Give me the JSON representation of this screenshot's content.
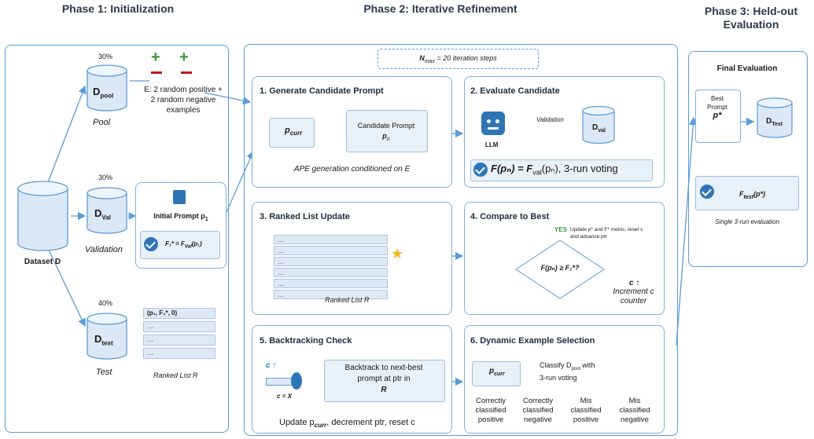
{
  "phases": {
    "p1": "Phase 1: Initialization",
    "p2": "Phase 2: Iterative Refinement",
    "p3_line1": "Phase 3: Held-out",
    "p3_line2": "Evaluation"
  },
  "phase1": {
    "dataset": "Dataset D",
    "pool": {
      "pct": "30%",
      "name": "D",
      "sub": "pool",
      "caption": "Pool"
    },
    "val": {
      "pct": "30%",
      "name": "D",
      "sub": "Val",
      "caption": "Validation"
    },
    "test": {
      "pct": "40%",
      "name": "D",
      "sub": "test",
      "caption": "Test"
    },
    "examples_line1": "E: 2 random positive +",
    "examples_line2": "2 random negative",
    "examples_line3": "examples",
    "initial_prompt": "Initial Prompt p",
    "initial_prompt_sub": "1",
    "f1_formula": "F₁* = F",
    "f1_formula_sub": "Val",
    "f1_formula_tail": "(p₁)",
    "ranked_first_row": "(p₁, F₁*, 0)",
    "ranked_rows": [
      "…",
      "…",
      "…"
    ],
    "ranked_caption": "Ranked List R"
  },
  "phase2": {
    "nmax_label": "N",
    "nmax_sub": "max",
    "nmax_tail": " = 20 iteration steps",
    "gen": {
      "title": "1. Generate Candidate Prompt",
      "pcurr": "p",
      "pcurr_sub": "curr",
      "cand_line1": "Candidate Prompt",
      "cand_p": "p",
      "cand_sub": "n",
      "caption": "APE generation conditioned on E"
    },
    "eval": {
      "title": "2. Evaluate Candidate",
      "llm": "LLM",
      "validation": "Validation",
      "dval": "D",
      "dval_sub": "val",
      "formula": "F(pₙ) = F",
      "formula_sub": "val",
      "formula_tail": "(pₙ), 3-run voting"
    },
    "ranked": {
      "title": "3. Ranked List Update",
      "rows": [
        "…",
        "…",
        "…",
        "…",
        "…",
        "…"
      ],
      "caption": "Ranked List R"
    },
    "compare": {
      "title": "4. Compare to Best",
      "yes": "YES",
      "yes_text_1": "Update p* and F* metric, reset c",
      "yes_text_2": "and advance ptr",
      "condition": "F(pₙ) ≥ F₁*?",
      "c_up": "c ↑",
      "incr_1": "Increment c",
      "incr_2": "counter"
    },
    "backtrack": {
      "title": "5. Backtracking Check",
      "c_up": "c ↑",
      "c_eq": "c = X",
      "box_1": "Backtrack to next-best",
      "box_2": "prompt at ptr in",
      "box_3": "R",
      "caption": "Update p",
      "caption_sub": "curr",
      "caption_tail": ", decrement ptr, reset c"
    },
    "dyn": {
      "title": "6. Dynamic Example Selection",
      "pcurr": "p",
      "pcurr_sub": "curr",
      "classify_1": "Classify D",
      "classify_sub": "pool",
      "classify_2": " with",
      "classify_3": "3-run voting",
      "cats": [
        [
          "Correctly",
          "classified",
          "positive"
        ],
        [
          "Correctly",
          "classified",
          "negative"
        ],
        [
          "Mis",
          "classified",
          "positive"
        ],
        [
          "Mis",
          "classified",
          "negative"
        ]
      ]
    }
  },
  "phase3": {
    "title": "Final Evaluation",
    "best_1": "Best",
    "best_2": "Prompt",
    "best_p": "p*",
    "dtest": "D",
    "dtest_sub": "Test",
    "ftest": "F",
    "ftest_sub": "test",
    "ftest_tail": "(p*)",
    "caption": "Single 3-run evaluation"
  },
  "colors": {
    "accent": "#2e75b6",
    "border": "#5b9bd5",
    "cylinder": "#dce8f5",
    "shade": "#e8f0f8",
    "green": "#3a9a3a",
    "red": "#c0181a"
  }
}
